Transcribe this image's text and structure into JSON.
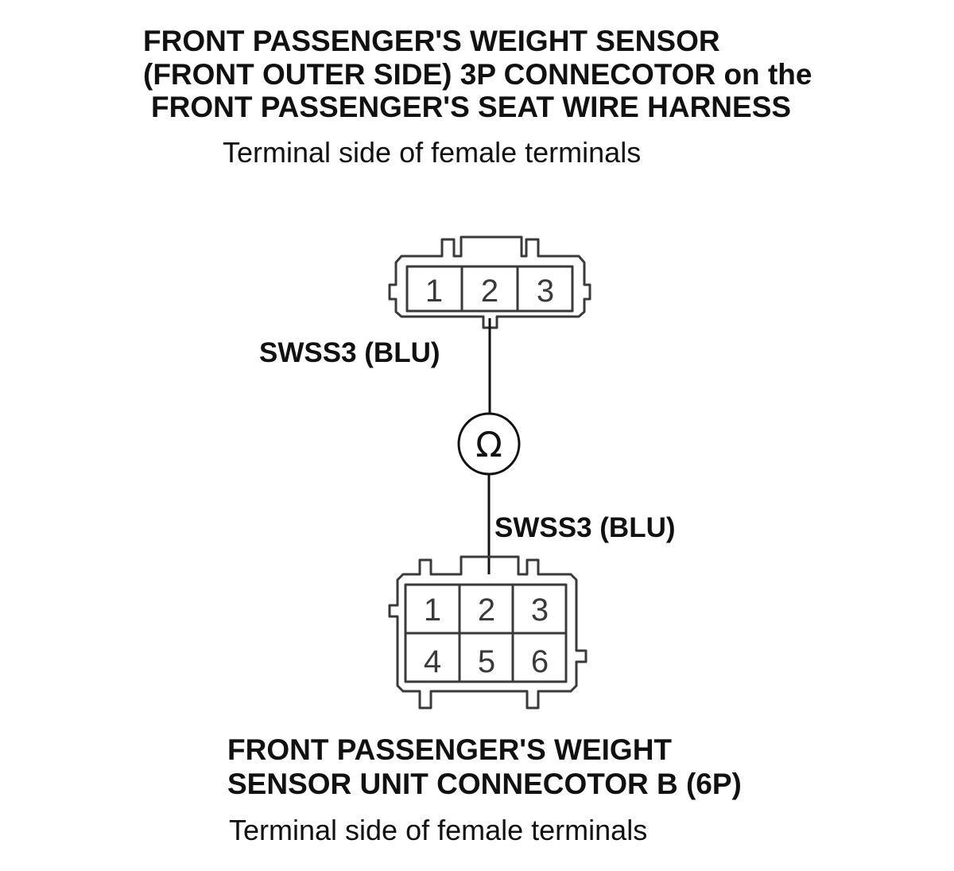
{
  "top_connector": {
    "title_lines": [
      "FRONT PASSENGER'S WEIGHT SENSOR",
      "(FRONT OUTER SIDE) 3P CONNECOTOR on the",
      "FRONT PASSENGER'S SEAT WIRE HARNESS"
    ],
    "subtitle": "Terminal side of female terminals",
    "terminals": [
      "1",
      "2",
      "3"
    ]
  },
  "wire_top_label": "SWSS3 (BLU)",
  "meter_symbol": "Ω",
  "wire_bottom_label": "SWSS3 (BLU)",
  "bottom_connector": {
    "terminals_row1": [
      "1",
      "2",
      "3"
    ],
    "terminals_row2": [
      "4",
      "5",
      "6"
    ],
    "title_lines": [
      "FRONT PASSENGER'S WEIGHT",
      "SENSOR UNIT CONNECOTOR B (6P)"
    ],
    "subtitle": "Terminal side of female terminals"
  }
}
